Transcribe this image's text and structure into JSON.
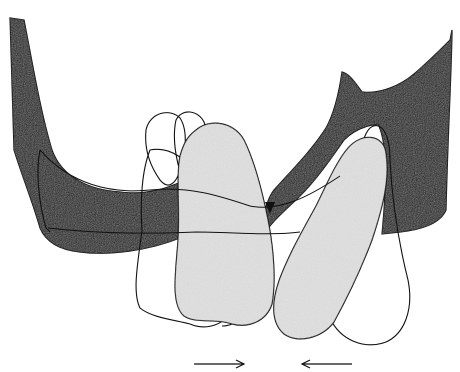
{
  "figure": {
    "labels": [],
    "arrows": [
      {
        "id": "left-arrow",
        "direction": "right"
      },
      {
        "id": "right-arrow",
        "direction": "left"
      }
    ],
    "marker": {
      "id": "triangle-marker",
      "shape": "downward-triangle"
    }
  },
  "colors": {
    "background": "#ffffff",
    "outline": "#111111",
    "bone_fill": "#2a2a2a",
    "tooth_fill": "#d6d6d6",
    "tooth_fill_light": "#f2f2f2"
  }
}
